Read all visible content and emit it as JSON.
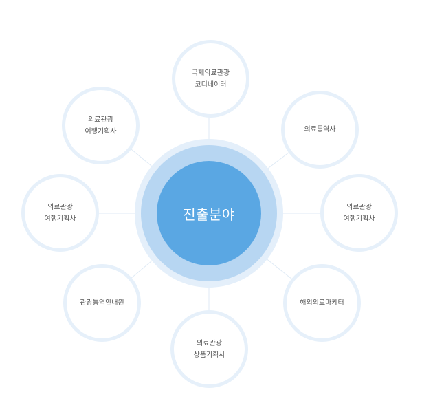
{
  "diagram": {
    "center_label": "진출분야",
    "nodes": [
      {
        "id": "top",
        "lines": [
          "국제의료관광",
          "코디네이터"
        ]
      },
      {
        "id": "upper-right",
        "lines": [
          "의료통역사"
        ]
      },
      {
        "id": "right",
        "lines": [
          "의료관광",
          "여행기획사"
        ]
      },
      {
        "id": "lower-right",
        "lines": [
          "해외의료마케터"
        ]
      },
      {
        "id": "bottom",
        "lines": [
          "의료관광",
          "상품기획사"
        ]
      },
      {
        "id": "lower-left",
        "lines": [
          "관광통역안내원"
        ]
      },
      {
        "id": "left",
        "lines": [
          "의료관광",
          "여행기획사"
        ]
      },
      {
        "id": "upper-left",
        "lines": [
          "의료관광",
          "여행기획사"
        ]
      }
    ],
    "colors": {
      "node_border": "#e6f0fa",
      "connector": "#dfeaf5",
      "ring_outer": "#e4effa",
      "ring_mid": "#b7d6f2",
      "core": "#5aa7e3",
      "node_text": "#555555"
    }
  }
}
